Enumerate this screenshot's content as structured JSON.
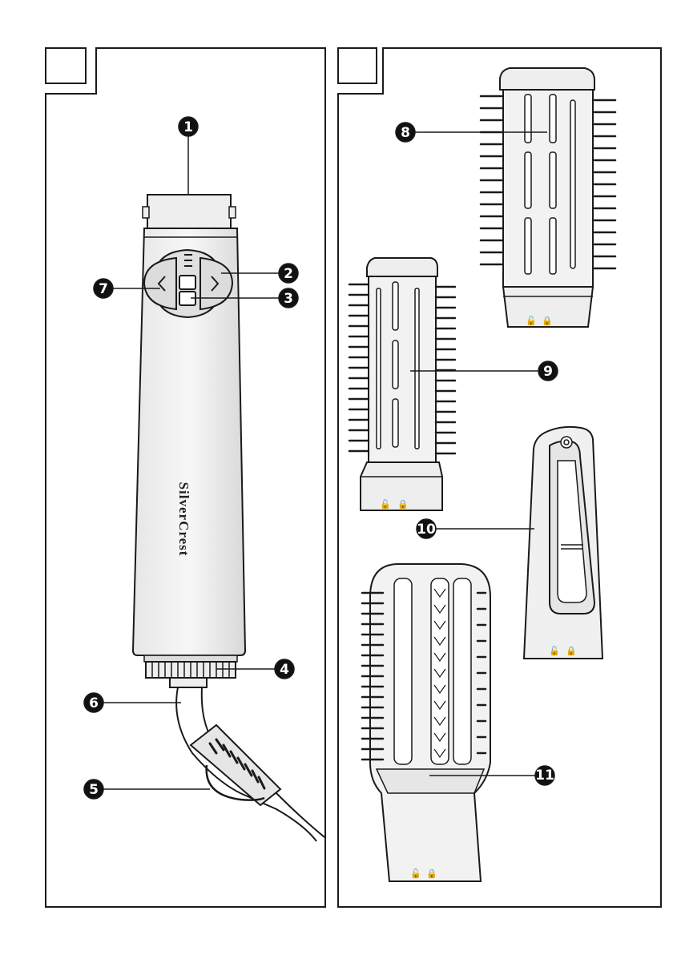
{
  "brand": {
    "text": "SilverCrest",
    "mark": "®"
  },
  "panels": [
    {
      "label": "",
      "name": "panel-a"
    },
    {
      "label": "",
      "name": "panel-b"
    }
  ],
  "callouts": [
    {
      "label": "1",
      "part": "air-outlet"
    },
    {
      "label": "2",
      "part": "right-button"
    },
    {
      "label": "3",
      "part": "center-switch"
    },
    {
      "label": "4",
      "part": "swivel-ring"
    },
    {
      "label": "5",
      "part": "hanging-loop"
    },
    {
      "label": "6",
      "part": "power-cord"
    },
    {
      "label": "7",
      "part": "left-button"
    },
    {
      "label": "8",
      "part": "large-round-brush"
    },
    {
      "label": "9",
      "part": "small-round-brush"
    },
    {
      "label": "10",
      "part": "nozzle-attachment"
    },
    {
      "label": "11",
      "part": "flat-brush"
    }
  ],
  "lock_icons": [
    "unlock-icon",
    "lock-icon"
  ],
  "colors": {
    "outline": "#1a1a1a",
    "fill": "#eeeeee",
    "background": "#ffffff"
  }
}
